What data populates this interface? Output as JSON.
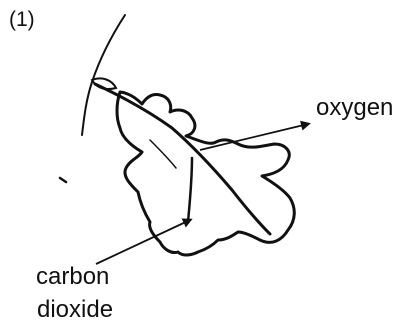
{
  "part_label": "(1)",
  "labels": {
    "oxygen": "oxygen",
    "carbon_line1": "carbon",
    "carbon_line2": "dioxide"
  },
  "colors": {
    "ink": "#111111",
    "background": "#ffffff"
  }
}
